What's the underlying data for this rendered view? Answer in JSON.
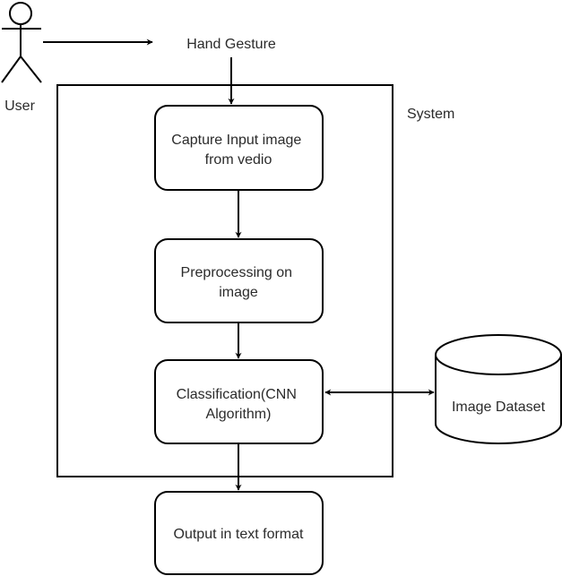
{
  "diagram": {
    "actor": {
      "label": "User"
    },
    "input_label": "Hand Gesture",
    "system": {
      "label": "System"
    },
    "nodes": {
      "capture": {
        "lines": [
          "Capture Input image",
          "from vedio"
        ]
      },
      "preprocess": {
        "lines": [
          "Preprocessing on",
          "image"
        ]
      },
      "classify": {
        "lines": [
          "Classification(CNN",
          "Algorithm)"
        ]
      },
      "output": {
        "lines": [
          "Output in text format"
        ]
      },
      "dataset": {
        "lines": [
          "Image Dataset"
        ]
      }
    },
    "edges": [
      {
        "from": "User",
        "to": "Hand Gesture",
        "direction": "forward"
      },
      {
        "from": "Hand Gesture",
        "to": "Capture Input image from vedio",
        "direction": "forward"
      },
      {
        "from": "Capture Input image from vedio",
        "to": "Preprocessing on image",
        "direction": "forward"
      },
      {
        "from": "Preprocessing on image",
        "to": "Classification(CNN Algorithm)",
        "direction": "forward"
      },
      {
        "from": "Classification(CNN Algorithm)",
        "to": "Image Dataset",
        "direction": "bidirectional"
      },
      {
        "from": "Classification(CNN Algorithm)",
        "to": "Output in text format",
        "direction": "forward"
      }
    ]
  }
}
